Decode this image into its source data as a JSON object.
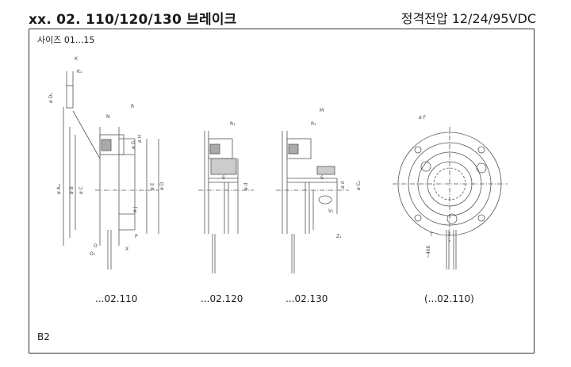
{
  "header": {
    "title": "xx. 02. 110/120/130 브레이크",
    "voltage": "정격전압 12/24/95VDC"
  },
  "size_label": "사이즈  01...15",
  "footer_label": "B2",
  "captions": {
    "c110": "...02.110",
    "c120": "...02.120",
    "c130": "...02.130",
    "c_front": "(...02.110)"
  },
  "dims": {
    "k": "K",
    "k1": "K₁",
    "d2": "ø D₂",
    "n": "N",
    "r": "R",
    "h": "ø H",
    "g": "ø G",
    "am": "ø Aₘ",
    "b": "ø B",
    "c": "ø C",
    "e": "ø E",
    "d": "ø D",
    "j": "ø J",
    "p": "P",
    "o": "O",
    "o1": "O₁",
    "x": "X",
    "r1a": "R₁",
    "s1": "S",
    "d1": "ø d",
    "m": "M",
    "r1b": "R₁",
    "s2": "S",
    "d2b": "ø d",
    "c1": "ø C₁",
    "v1": "V₁",
    "z1": "Z₁",
    "f": "ø F",
    "t": "T",
    "len400": "~400"
  }
}
